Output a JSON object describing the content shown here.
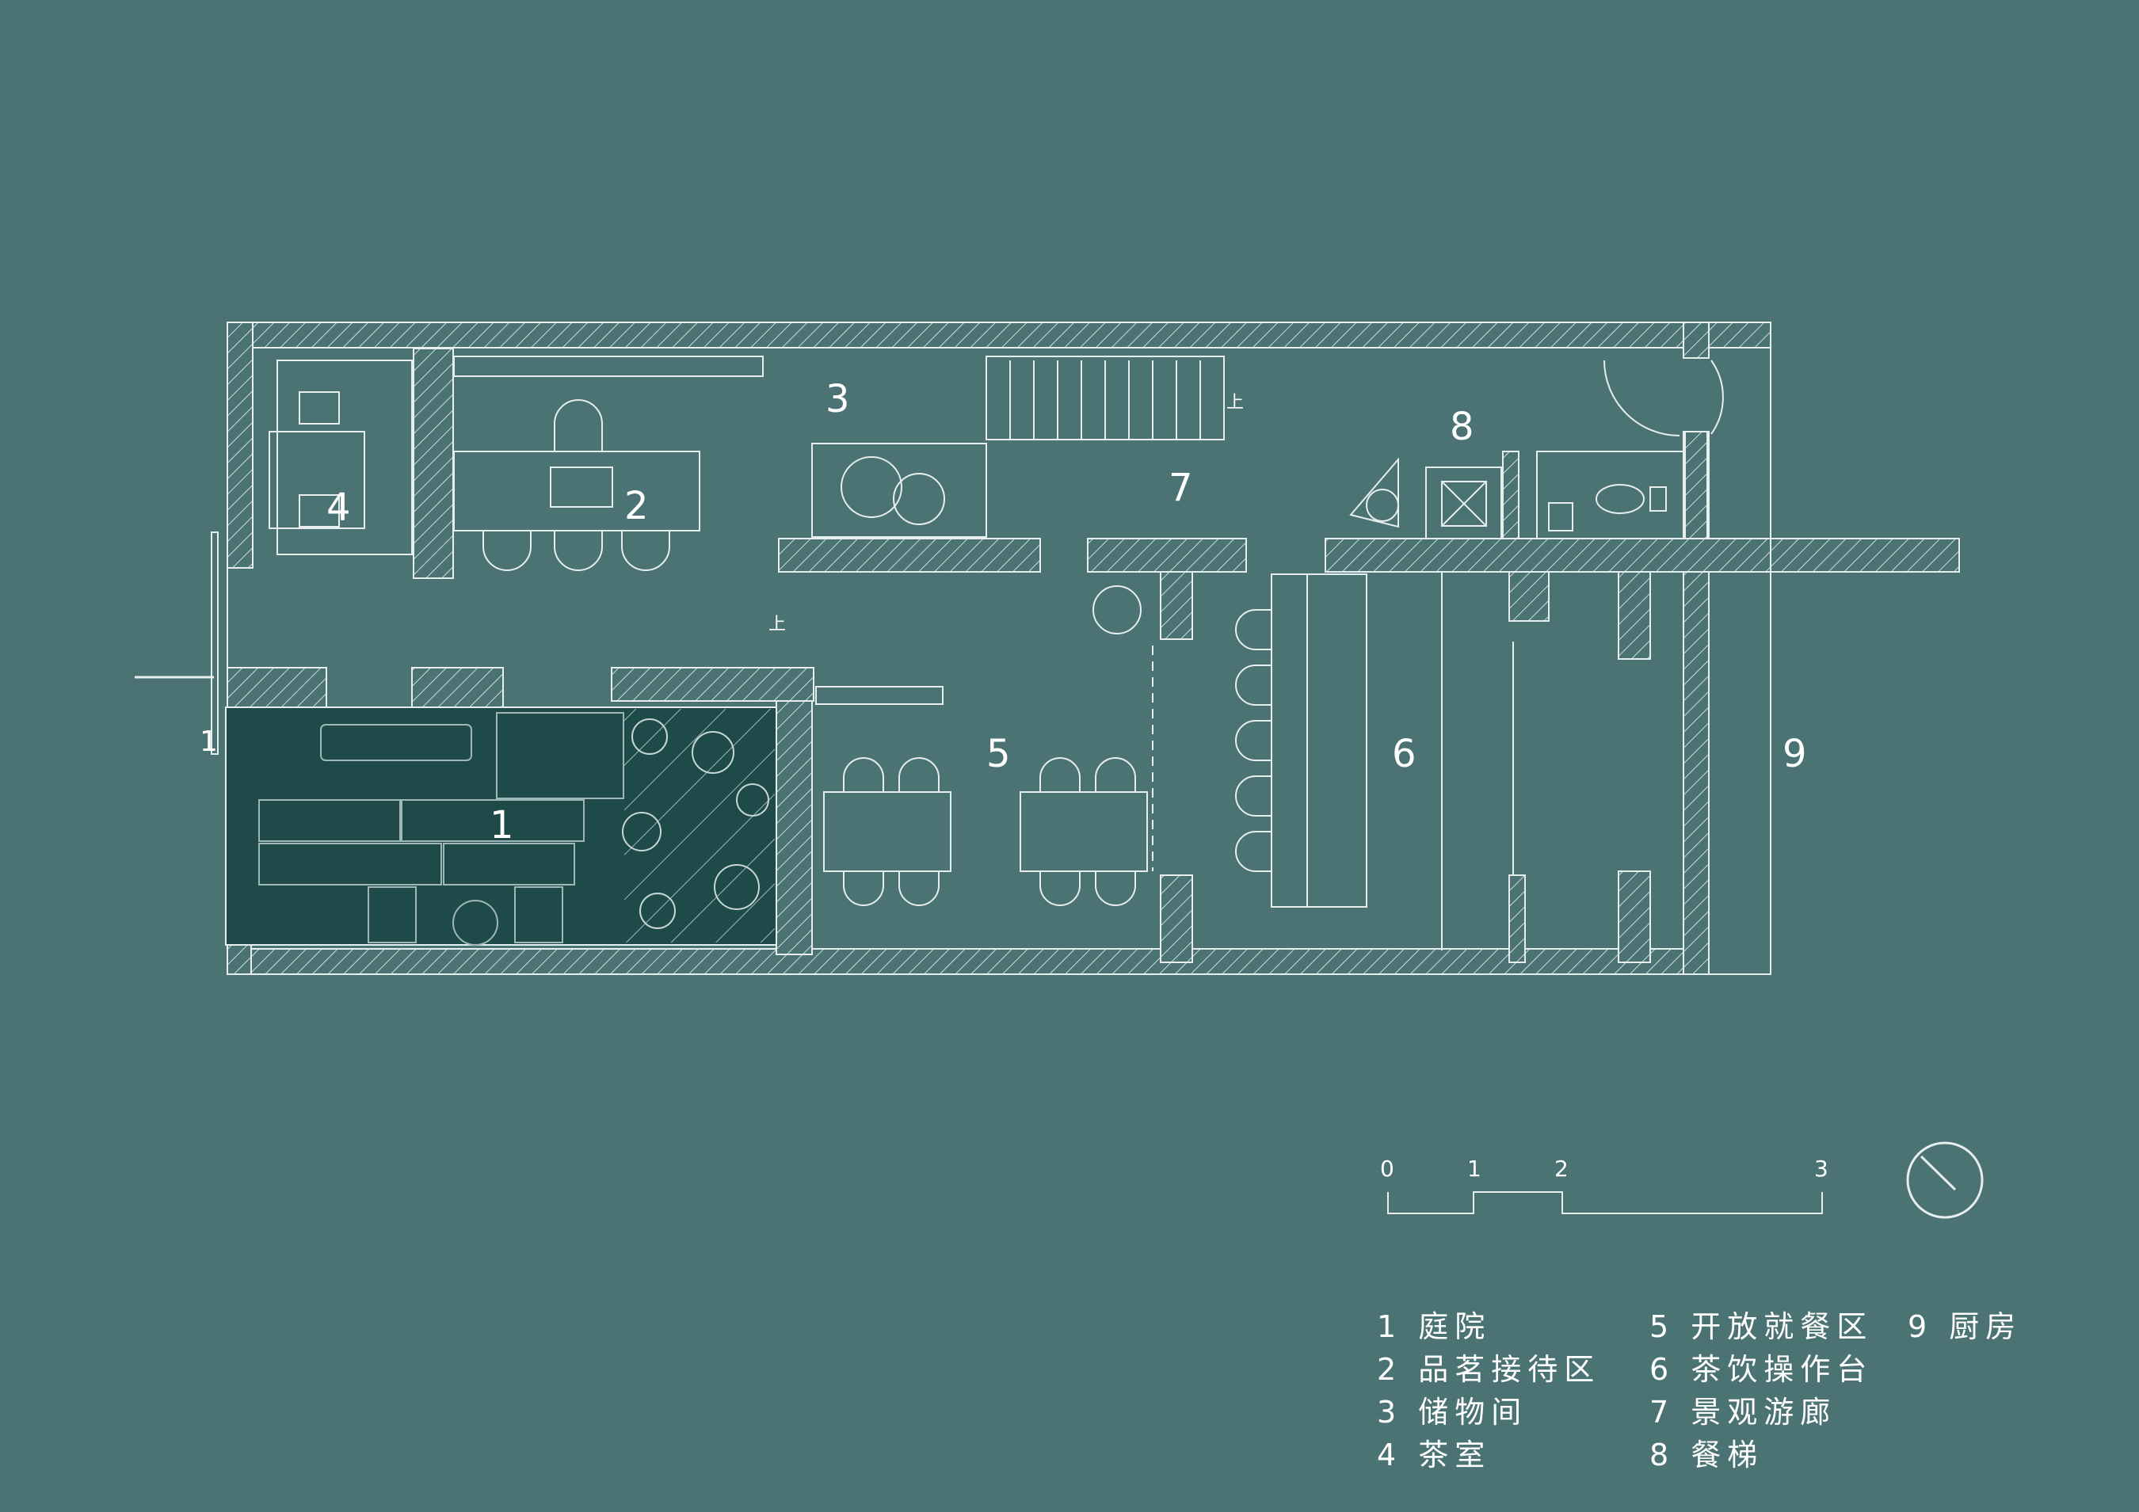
{
  "colors": {
    "background": "#4b7373",
    "line": "#e6eeee",
    "courtyard": "#1f4a4a",
    "hatch": "#cfdcdc"
  },
  "rooms": [
    {
      "id": "1",
      "label": "1"
    },
    {
      "id": "2",
      "label": "2"
    },
    {
      "id": "3",
      "label": "3"
    },
    {
      "id": "4",
      "label": "4"
    },
    {
      "id": "5",
      "label": "5"
    },
    {
      "id": "6",
      "label": "6"
    },
    {
      "id": "7",
      "label": "7"
    },
    {
      "id": "8",
      "label": "8"
    },
    {
      "id": "9",
      "label": "9"
    }
  ],
  "stair_labels": {
    "up_1": "上",
    "up_2": "上",
    "entrance": "1"
  },
  "scale_bar": {
    "ticks": [
      "0",
      "1",
      "2",
      "3"
    ]
  },
  "legend": [
    {
      "text": "1 庭院"
    },
    {
      "text": "2 品茗接待区"
    },
    {
      "text": "3 储物间"
    },
    {
      "text": "4 茶室"
    },
    {
      "text": "5 开放就餐区"
    },
    {
      "text": "6 茶饮操作台"
    },
    {
      "text": "7 景观游廊"
    },
    {
      "text": "8 餐梯"
    },
    {
      "text": "9 厨房"
    }
  ],
  "north_arrow": {
    "icon": "north-arrow-icon"
  }
}
